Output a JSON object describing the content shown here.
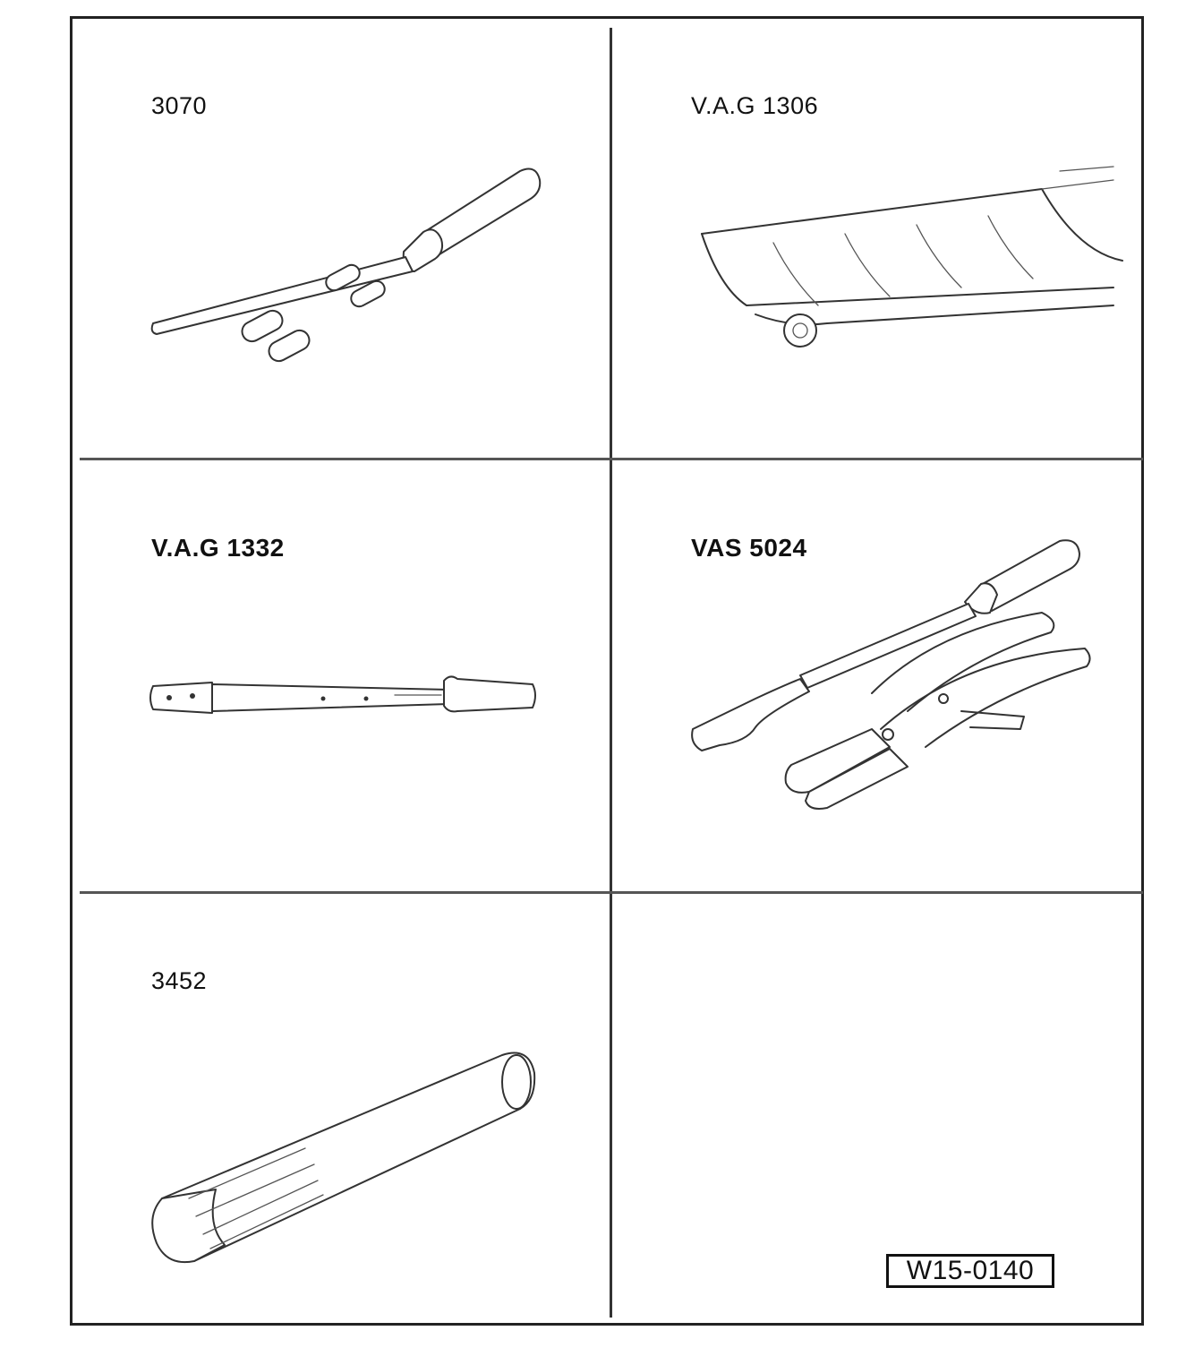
{
  "cells": [
    {
      "label": "3070",
      "tool": "screwdriver-with-sleeves"
    },
    {
      "label": "V.A.G 1306",
      "tool": "drip-tray"
    },
    {
      "label": "V.A.G 1332",
      "tool": "torque-wrench"
    },
    {
      "label": "VAS 5024",
      "tool": "spring-clip-pliers-and-tool"
    },
    {
      "label": "3452",
      "tool": "multi-point-socket"
    },
    {
      "label": "",
      "tool": ""
    }
  ],
  "figure_code": "W15-0140",
  "colors": {
    "line": "#333333",
    "border": "#222222",
    "background": "#ffffff"
  }
}
